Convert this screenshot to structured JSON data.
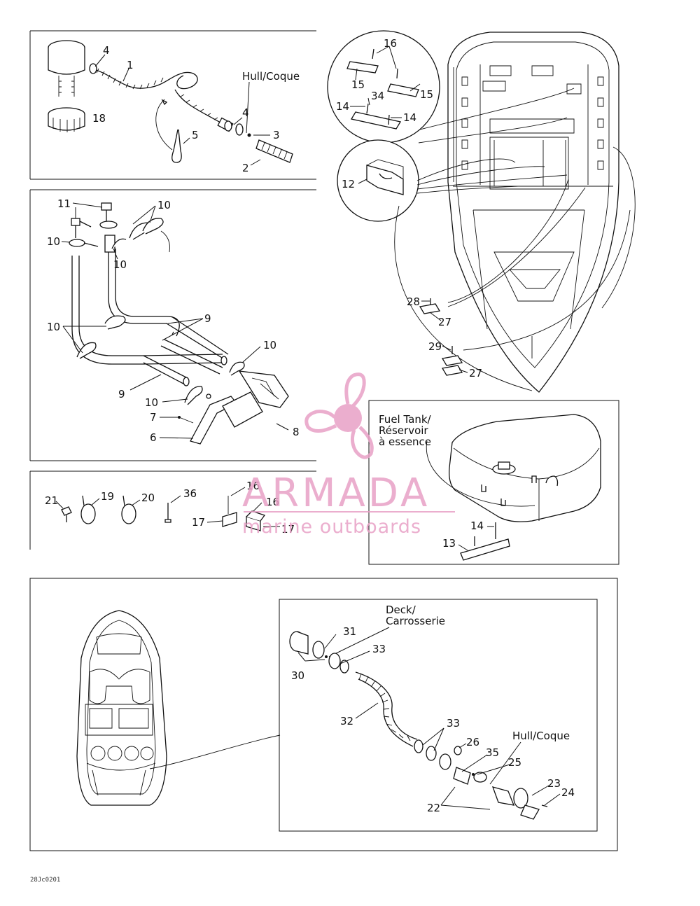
{
  "labels": {
    "hull_top": "Hull/Coque",
    "fuel_tank_line1": "Fuel Tank/",
    "fuel_tank_line2": "Réservoir",
    "fuel_tank_line3": "à essence",
    "deck_line1": "Deck/",
    "deck_line2": "Carrosserie",
    "hull_bottom": "Hull/Coque",
    "drawing_code": "28Jc0201"
  },
  "watermark": {
    "brand": "ARMADA",
    "tagline": "marine outboards",
    "color": "#e8a0c6"
  },
  "callouts": {
    "c1": "1",
    "c2": "2",
    "c3": "3",
    "c4a": "4",
    "c4b": "4",
    "c5": "5",
    "c6": "6",
    "c7": "7",
    "c8": "8",
    "c9a": "9",
    "c9b": "9",
    "c10a": "10",
    "c10b": "10",
    "c10c": "10",
    "c10d": "10",
    "c10e": "10",
    "c10f": "10",
    "c11": "11",
    "c12": "12",
    "c13": "13",
    "c14a": "14",
    "c14b": "14",
    "c14c": "14",
    "c15a": "15",
    "c15b": "15",
    "c16a": "16",
    "c16b": "16",
    "c16c": "16",
    "c17a": "17",
    "c17b": "17",
    "c18": "18",
    "c19": "19",
    "c20": "20",
    "c21": "21",
    "c22": "22",
    "c23": "23",
    "c24": "24",
    "c25": "25",
    "c26": "26",
    "c27a": "27",
    "c27b": "27",
    "c28": "28",
    "c29": "29",
    "c30": "30",
    "c31": "31",
    "c32": "32",
    "c33a": "33",
    "c33b": "33",
    "c34": "34",
    "c35": "35",
    "c36": "36"
  }
}
